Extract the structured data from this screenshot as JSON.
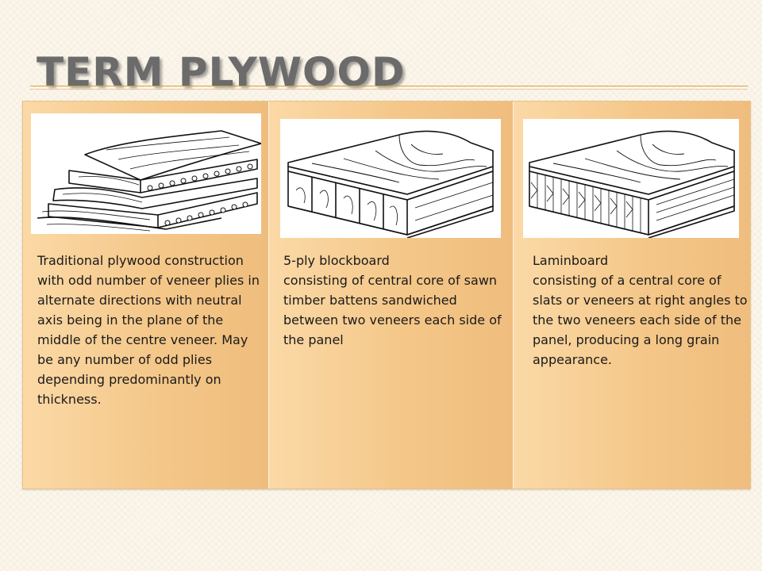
{
  "slide": {
    "title": "TERM PLYWOOD",
    "columns": [
      {
        "heading": "Traditional plywood construction",
        "body": "with odd number of veneer plies in alternate directions with neutral axis being in the plane of the middle of the centre veneer. May be any number of odd plies depending  predominantly on thickness."
      },
      {
        "heading": "5-ply blockboard",
        "body": "consisting of central core of sawn timber battens sandwiched between two veneers each side of the panel"
      },
      {
        "heading": "Laminboard",
        "body": "consisting of a central core of slats or veneers at right angles to the two veneers each side of the panel, producing a long grain appearance."
      }
    ]
  }
}
